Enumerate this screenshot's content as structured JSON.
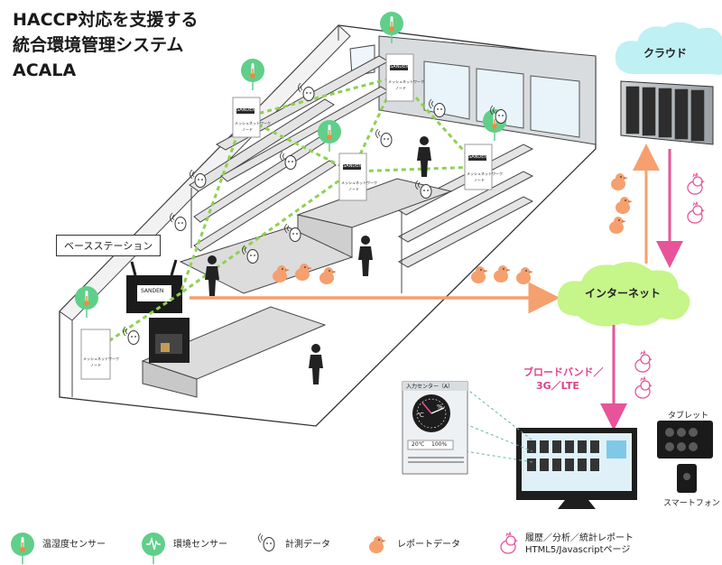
{
  "title": {
    "line1": "HACCP対応を支援する",
    "line2": "統合環境管理システム",
    "line3": "ACALA"
  },
  "labels": {
    "cloud": "クラウド",
    "internet": "インターネット",
    "base_station": "ベースステーション",
    "link_3g": "3G／LTE",
    "broadband_line1": "ブロードバンド／",
    "broadband_line2": "3G／LTE",
    "tablet": "タブレット",
    "smartphone": "スマートフォン",
    "node_label": "メッシュネットワーク",
    "node_sub": "ノード",
    "brand": "SANDEN"
  },
  "panel": {
    "title": "入力センター（A）",
    "unit_c": "℃",
    "unit_pct": "%",
    "readout_temp": "20℃",
    "readout_hum": "100%"
  },
  "legend": [
    {
      "icon": "temp-humidity-sensor-icon",
      "label": "温湿度センサー"
    },
    {
      "icon": "environment-sensor-icon",
      "label": "環境センサー"
    },
    {
      "icon": "measurement-data-icon",
      "label": "計測データ"
    },
    {
      "icon": "report-data-icon",
      "label": "レポートデータ"
    },
    {
      "icon": "history-report-icon",
      "label": "履歴／分析／統計レポート",
      "label2": "HTML5/Javascriptページ"
    }
  ],
  "colors": {
    "sensor_green": "#5fcf8a",
    "mesh_link": "#8fd14f",
    "orange": "#f5a06e",
    "pink": "#e8549a",
    "cloud": "#bff0f4",
    "internet": "#c6f58a"
  }
}
